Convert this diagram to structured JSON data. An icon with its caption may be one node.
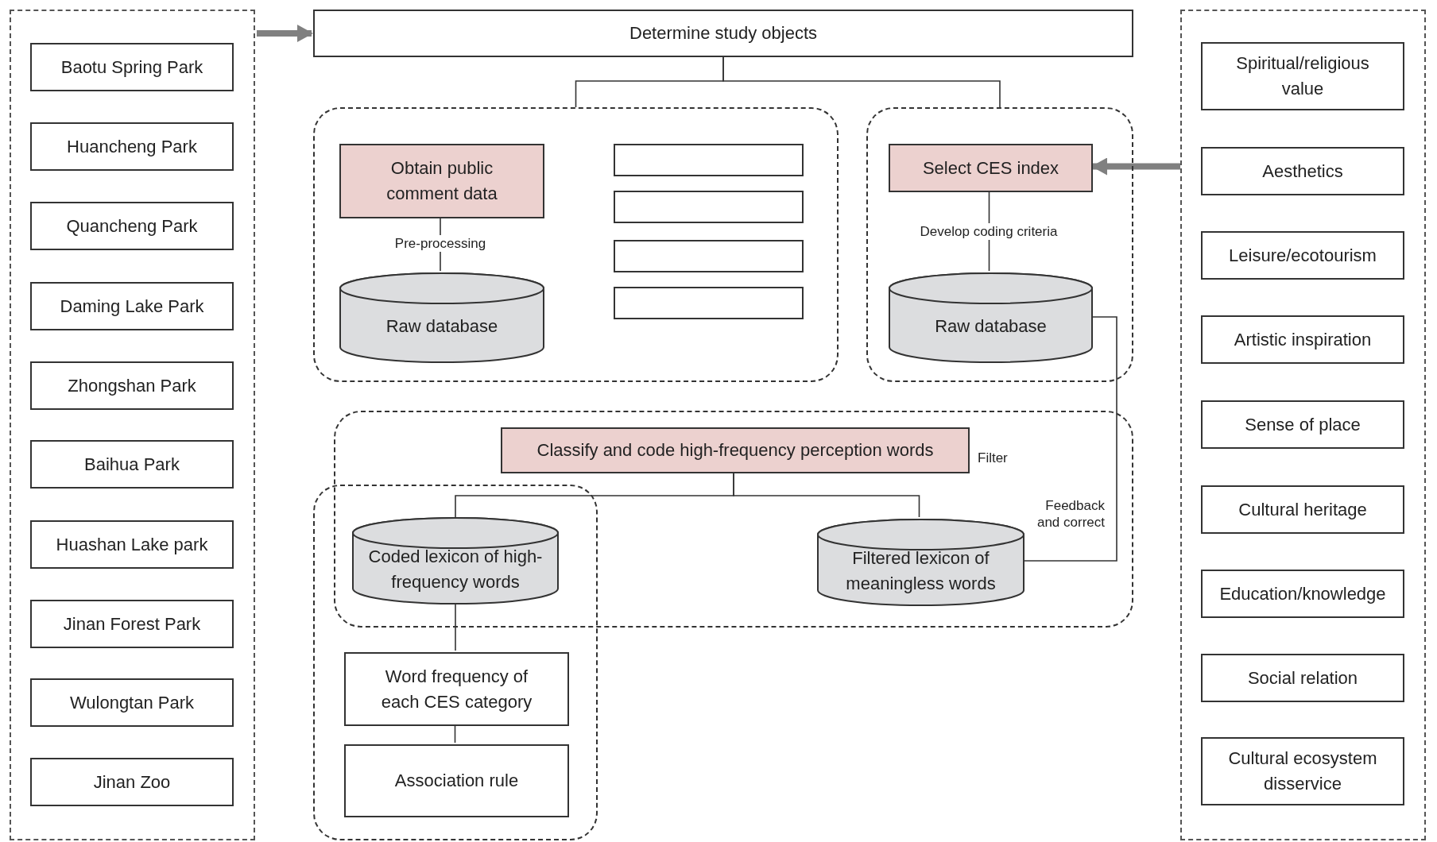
{
  "diagram": {
    "nodes": [
      {
        "text": [],
        "shape": "box"
      },
      {
        "text": [
          "Baotu Spring Park"
        ],
        "in": 0
      },
      {
        "text": [
          "Huancheng Park"
        ],
        "in": 0
      },
      {
        "text": [
          "Quancheng Park"
        ],
        "in": 0
      },
      {
        "text": [
          "Daming Lake Park"
        ],
        "in": 0
      },
      {
        "text": [
          "Zhongshan Park"
        ],
        "in": 0
      },
      {
        "text": [
          "Baihua Park"
        ],
        "in": 0
      },
      {
        "text": [
          "Huashan Lake park"
        ],
        "in": 0
      },
      {
        "text": [
          "Jinan Forest Park"
        ],
        "in": 0
      },
      {
        "text": [
          "Wulongtan Park"
        ],
        "in": 0
      },
      {
        "text": [
          "Jinan Zoo"
        ],
        "in": 0
      },
      {
        "text": [
          "Determine study objects"
        ]
      },
      {
        "text": [],
        "shape": "group"
      },
      {
        "text": [
          "Obtain public comment data"
        ],
        "in": 12
      },
      {
        "text": [
          "Raw database"
        ],
        "in": 12
      },
      {
        "text": [],
        "shape": "box",
        "in": 12
      },
      {
        "text": [],
        "shape": "box",
        "in": 12
      },
      {
        "text": [],
        "shape": "box",
        "in": 12
      },
      {
        "text": [],
        "shape": "box",
        "in": 12
      },
      {
        "text": [],
        "shape": "group"
      },
      {
        "text": [
          "Select CES index"
        ],
        "in": 19
      },
      {
        "text": [
          "Raw database"
        ],
        "in": 19
      },
      {
        "text": [],
        "shape": "group"
      },
      {
        "text": [
          "Classify and code high-frequency perception words"
        ],
        "in": 22,
        "beside": [
          "Filter"
        ]
      },
      {
        "text": [],
        "shape": "group"
      },
      {
        "text": [
          "Coded lexicon of high-frequency words"
        ]
      },
      {
        "text": [
          "Filtered lexicon of meaningless words"
        ],
        "in": 22
      },
      {
        "text": [
          "Word frequency of each CES category"
        ],
        "in": 24
      },
      {
        "text": [
          "Association rule"
        ],
        "in": 24
      },
      {
        "text": [],
        "shape": "box"
      },
      {
        "text": [
          "Spiritual/religious value"
        ],
        "in": 29
      },
      {
        "text": [
          "Aesthetics"
        ],
        "in": 29
      },
      {
        "text": [
          "Leisure/ecotourism"
        ],
        "in": 29
      },
      {
        "text": [
          "Artistic inspiration"
        ],
        "in": 29
      },
      {
        "text": [
          "Sense of place"
        ],
        "in": 29
      },
      {
        "text": [
          "Cultural heritage"
        ],
        "in": 29
      },
      {
        "text": [
          "Education/knowledge"
        ],
        "in": 29
      },
      {
        "text": [
          "Social relation"
        ],
        "in": 29
      },
      {
        "text": [
          "Cultural ecosystem disservice"
        ],
        "in": 29
      }
    ],
    "edges": [
      {
        "from": 0,
        "to": 11,
        "arrow": "to",
        "style": "thick",
        "color": "#808080"
      },
      {
        "from": 11,
        "to": 12,
        "arrow": "none"
      },
      {
        "from": 11,
        "to": 19,
        "arrow": "none"
      },
      {
        "from": 13,
        "to": 14,
        "arrow": "none",
        "label": "Pre-processing"
      },
      {
        "from": 20,
        "to": 21,
        "arrow": "none",
        "label": "Develop coding criteria"
      },
      {
        "from": 29,
        "to": 20,
        "arrow": "to",
        "style": "thick",
        "color": "#808080"
      },
      {
        "from": 21,
        "to": 26,
        "arrow": "none",
        "label": "Feedback and correct"
      },
      {
        "from": 23,
        "to": 25,
        "arrow": "none"
      },
      {
        "from": 23,
        "to": 26,
        "arrow": "none"
      },
      {
        "from": 25,
        "to": 27,
        "arrow": "none"
      },
      {
        "from": 27,
        "to": 28,
        "arrow": "none"
      }
    ]
  }
}
